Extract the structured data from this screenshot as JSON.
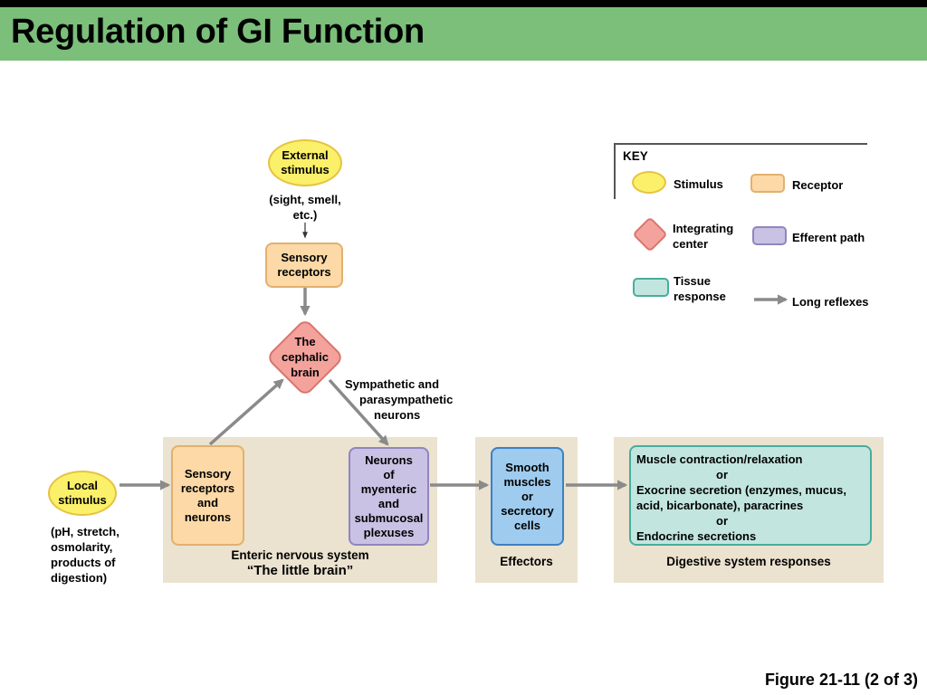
{
  "title": "Regulation of GI Function",
  "figure_label": "Figure 21-11 (2 of 3)",
  "nodes": {
    "external_stimulus": [
      "External",
      "stimulus"
    ],
    "external_note": [
      "(sight, smell,",
      "etc.)"
    ],
    "sensory_receptors": [
      "Sensory",
      "receptors"
    ],
    "cephalic_brain": [
      "The",
      "cephalic",
      "brain"
    ],
    "autonomic_note": [
      "Sympathetic and",
      "parasympathetic",
      "neurons"
    ],
    "local_stimulus": [
      "Local",
      "stimulus"
    ],
    "local_note": [
      "(pH, stretch,",
      "osmolarity,",
      "products of",
      "digestion)"
    ],
    "sensory_neurons": [
      "Sensory",
      "receptors",
      "and",
      "neurons"
    ],
    "plexus_neurons": [
      "Neurons",
      "of",
      "myenteric",
      "and",
      "submucosal",
      "plexuses"
    ],
    "effector_cells": [
      "Smooth",
      "muscles",
      "or",
      "secretory",
      "cells"
    ],
    "responses": [
      "Muscle contraction/relaxation",
      "or",
      "Exocrine secretion (enzymes, mucus,",
      "acid, bicarbonate), paracrines",
      "or",
      "Endocrine secretions"
    ]
  },
  "panels": {
    "enteric": [
      "Enteric nervous system",
      "“The little brain”"
    ],
    "effectors": "Effectors",
    "responses": "Digestive system responses"
  },
  "key": {
    "heading": "KEY",
    "stimulus": "Stimulus",
    "receptor": "Receptor",
    "integrating_center": [
      "Integrating",
      "center"
    ],
    "efferent_path": "Efferent path",
    "tissue_response": [
      "Tissue",
      "response"
    ],
    "long_reflexes": "Long reflexes"
  },
  "colors": {
    "header": "#7bbf7a",
    "stimulus": "#fbf069",
    "receptor": "#fcd9a6",
    "integrating_center": "#f4a29c",
    "efferent_path": "#c9c2e4",
    "effector": "#9ecbee",
    "tissue_response": "#c2e6df",
    "panel": "#ebe2cf",
    "arrow": "#8a8a8a"
  }
}
